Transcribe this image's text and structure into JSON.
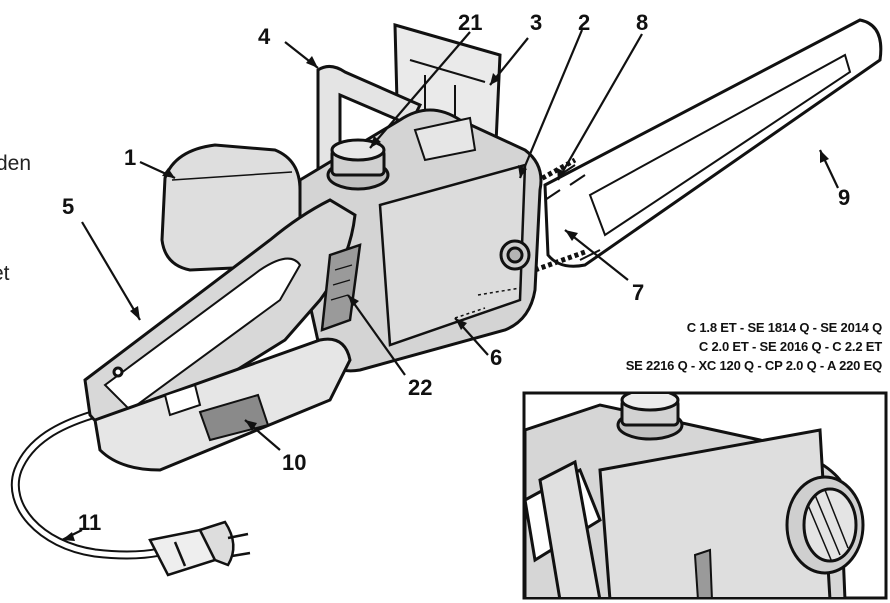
{
  "side_text": [
    "den",
    "et"
  ],
  "callouts": [
    "1",
    "2",
    "3",
    "4",
    "5",
    "6",
    "7",
    "8",
    "9",
    "10",
    "11",
    "21",
    "22"
  ],
  "model_lines": [
    "C 1.8 ET - SE 1814 Q - SE 2014 Q",
    "C 2.0 ET - SE 2016 Q - C 2.2 ET",
    "SE 2216 Q - XC 120 Q - CP 2.0 Q - A 220 EQ"
  ],
  "colors": {
    "line": "#111111",
    "body": "#d7d7d7",
    "dark": "#8a8a8a",
    "bar": "#ffffff"
  }
}
